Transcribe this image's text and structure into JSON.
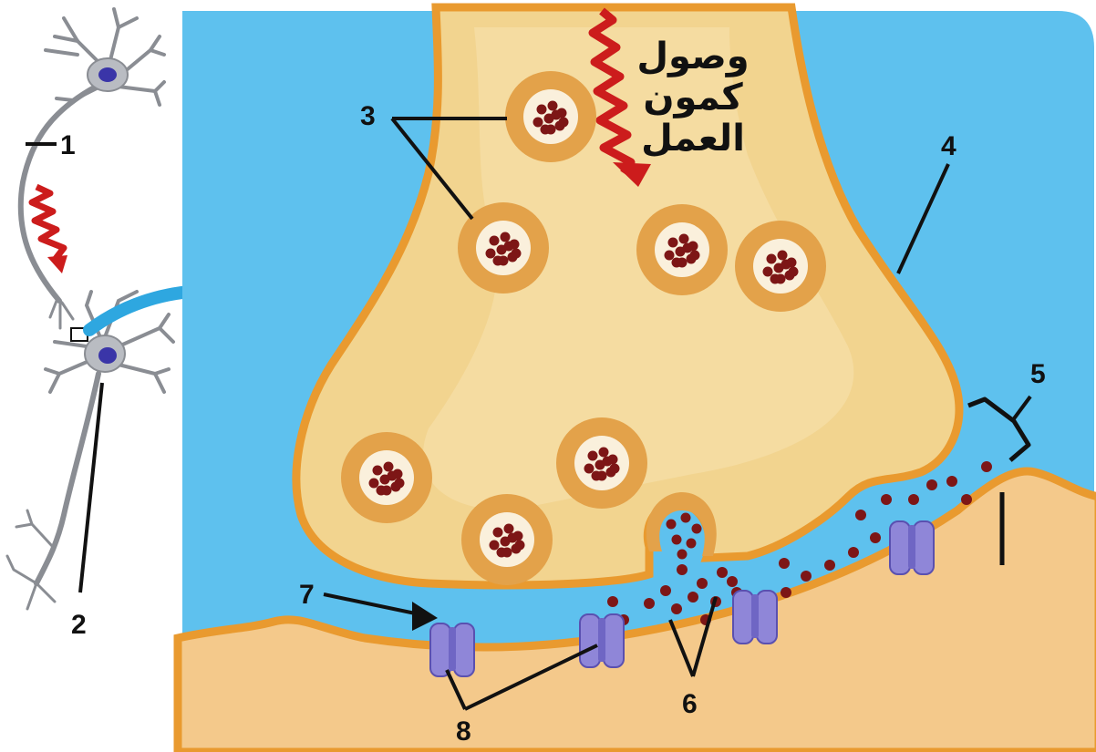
{
  "diagram": {
    "arrival_text": [
      "وصول",
      "كمون",
      "العمل"
    ],
    "labels": {
      "l1": "1",
      "l2": "2",
      "l3": "3",
      "l4": "4",
      "l5": "5",
      "l6": "6",
      "l7": "7",
      "l8": "8"
    }
  },
  "colors": {
    "fluid": "#5ec1ee",
    "terminal": "#f2d48f",
    "membrane": "#e99a2f",
    "postsynaptic": "#f4c98b",
    "vesicle": "#e3a24a",
    "neurotransmitter": "#7d1616",
    "receptor": "#8f86d8",
    "action_potential": "#cc1c1c",
    "pointer_arrow": "#2ea7e0",
    "neuron": "#8a8d93",
    "nucleus": "#3a35a8"
  }
}
